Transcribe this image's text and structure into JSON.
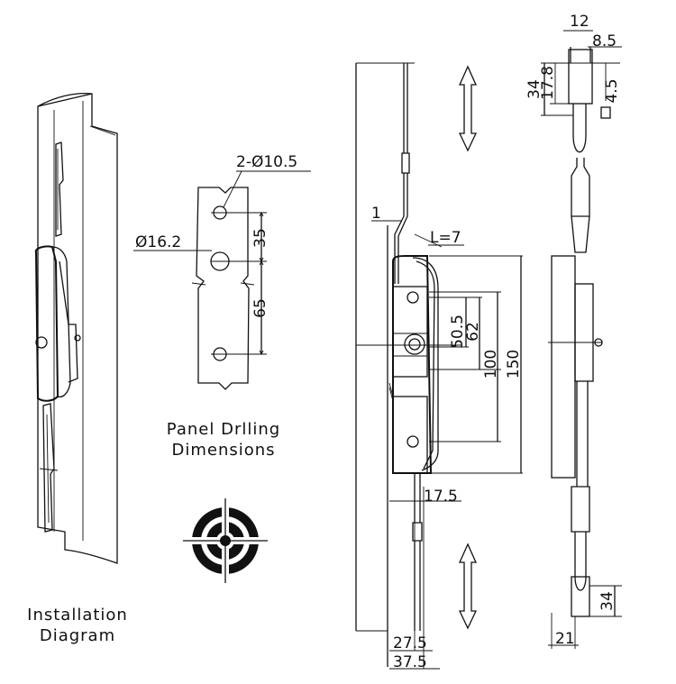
{
  "captions": {
    "install_line1": "Installation",
    "install_line2": "Diagram",
    "drill_line1": "Panel Drlling",
    "drill_line2": "Dimensions"
  },
  "drilling": {
    "holes_label": "2-Ø10.5",
    "center_hole_label": "Ø16.2",
    "dim_upper": "35",
    "dim_lower": "65"
  },
  "front_view": {
    "offset": "1",
    "l_label": "L=7",
    "dim_50_5": "50.5",
    "dim_62": "62",
    "dim_100": "100",
    "dim_150": "150",
    "dim_17_5": "17.5",
    "dim_27_5": "27.5",
    "dim_37_5": "37.5"
  },
  "side_view": {
    "dim_12": "12",
    "dim_8_5": "8.5",
    "dim_34_top": "34",
    "dim_17_8": "17.8",
    "dim_4_5": "4.5",
    "dim_34_bottom": "34",
    "dim_21": "21"
  }
}
